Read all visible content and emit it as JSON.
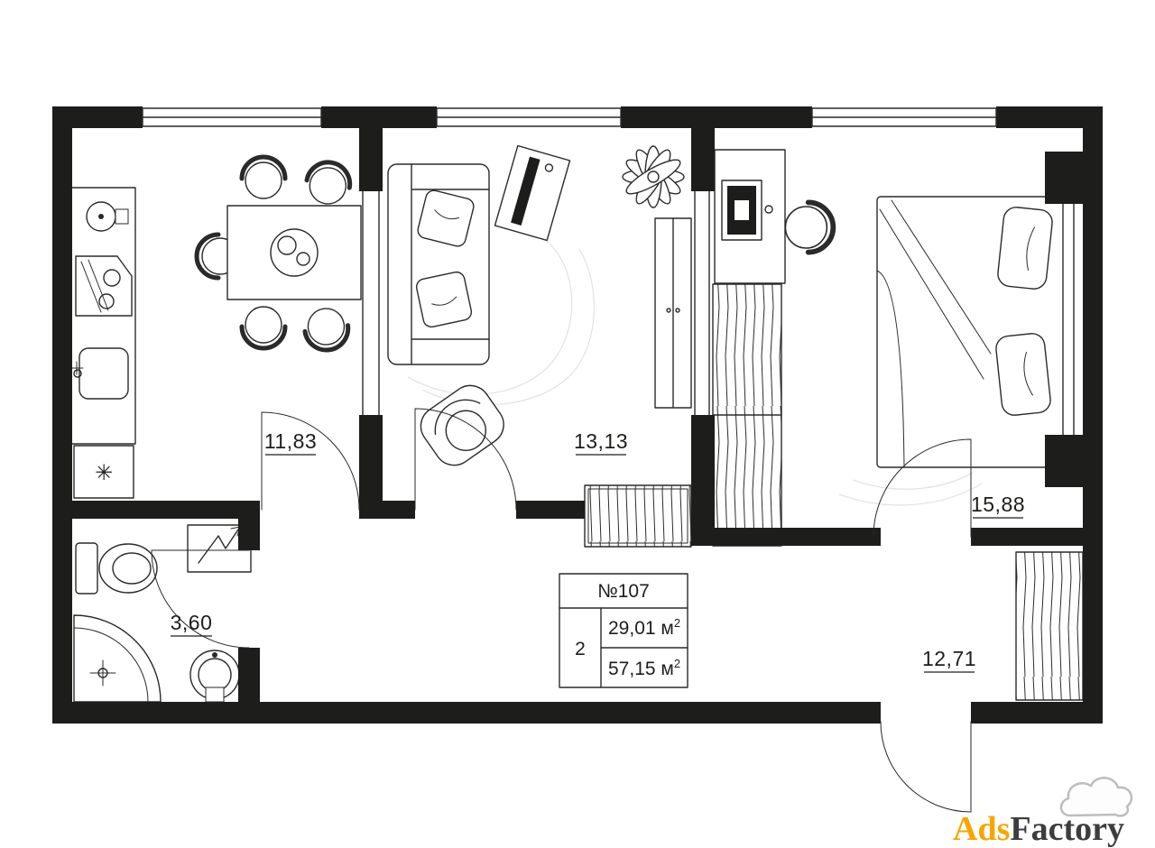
{
  "rooms": {
    "kitchen_dining": {
      "area": "11,83"
    },
    "living_room": {
      "area": "13,13"
    },
    "bedroom": {
      "area": "15,88"
    },
    "bathroom": {
      "area": "3,60"
    },
    "hallway": {
      "area": "12,71"
    }
  },
  "info_table": {
    "apartment_number": "№107",
    "rooms_count": "2",
    "living_area": {
      "value": "29,01 м",
      "sup": "2"
    },
    "total_area": {
      "value": "57,15 м",
      "sup": "2"
    }
  },
  "watermark": {
    "prefix": "Ads",
    "suffix": "Factory"
  },
  "symbols": {
    "fridge_snowflake": "✳"
  },
  "colors": {
    "walls": "#1d1d1b",
    "watermark_accent": "#f7a600",
    "watermark_text": "#3d3d3d"
  }
}
